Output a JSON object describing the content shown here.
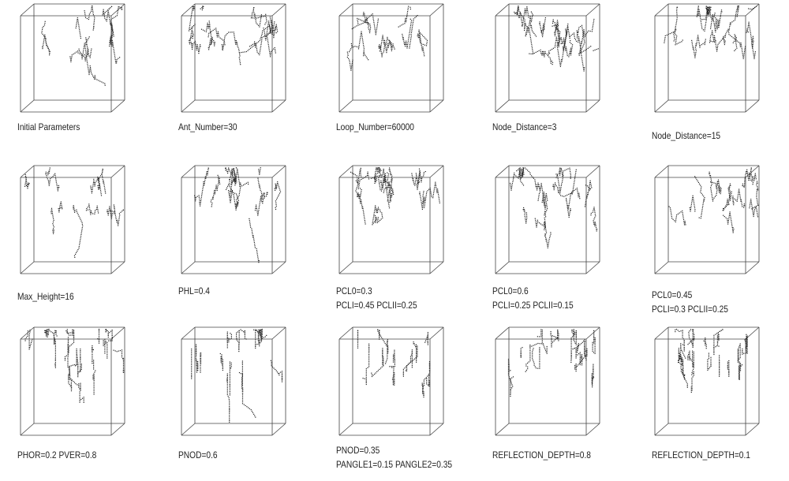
{
  "panels": [
    {
      "label1": "Initial Parameters",
      "label2": ""
    },
    {
      "label1": "Ant_Number=30",
      "label2": ""
    },
    {
      "label1": "Loop_Number=60000",
      "label2": ""
    },
    {
      "label1": "Node_Distance=3",
      "label2": ""
    },
    {
      "label1": "Node_Distance=15",
      "label2": ""
    },
    {
      "label1": "Max_Height=16",
      "label2": ""
    },
    {
      "label1": "PHL=0.4",
      "label2": ""
    },
    {
      "label1": "PCL0=0.3",
      "label2": "PCLI=0.45 PCLII=0.25"
    },
    {
      "label1": "PCL0=0.6",
      "label2": "PCLI=0.25 PCLII=0.15"
    },
    {
      "label1": "PCL0=0.45",
      "label2": "PCLI=0.3  PCLII=0.25"
    },
    {
      "label1": "PHOR=0.2  PVER=0.8",
      "label2": ""
    },
    {
      "label1": "PNOD=0.6",
      "label2": ""
    },
    {
      "label1": "PNOD=0.35",
      "label2": "PANGLE1=0.15  PANGLE2=0.35"
    },
    {
      "label1": "REFLECTION_DEPTH=0.8",
      "label2": ""
    },
    {
      "label1": "REFLECTION_DEPTH=0.1",
      "label2": ""
    }
  ]
}
